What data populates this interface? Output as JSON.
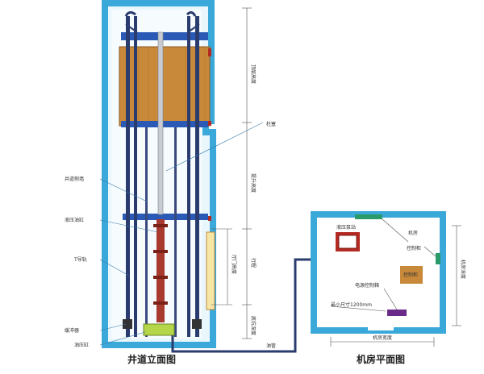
{
  "captions": {
    "shaft_elevation": "井道立面图",
    "machine_room_plan": "机房平面图"
  },
  "labels": {
    "column": "柱塞",
    "shaft_side_a": "井道侧墙",
    "shaft_side_b": "液压油缸",
    "shaft_left_lower": "T导轨",
    "shaft_bottom_a": "缓冲器",
    "shaft_bottom_b": "油压缸",
    "pipe": "油管",
    "room_top": "机房",
    "room_left_box": "液压泵站",
    "room_right": "控制柜",
    "room_mid_box": "控制柜",
    "room_inner": "电源控制箱",
    "room_bottom_dim": "最小尺寸1200mm",
    "room_width": "机房宽度",
    "room_depth": "机房深度",
    "dim_top": "顶层高度",
    "dim_mid": "提升高度",
    "dim_door": "厅门高度",
    "dim_pit": "底坑深度",
    "dim_travel": "行程"
  },
  "colors": {
    "wall": "#3aa8d8",
    "wall_fill": "#e9f7fd",
    "car": "#c8893a",
    "rail": "#2a3b6e",
    "ram": "#a83a2e",
    "pipe": "#2a3b6e",
    "base": "#b6d64a"
  }
}
